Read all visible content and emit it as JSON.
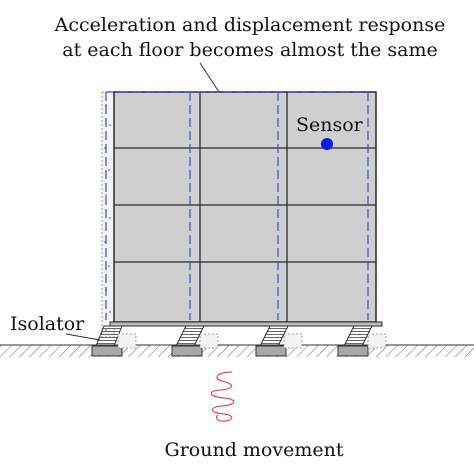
{
  "annotation": {
    "line1": "Acceleration and displacement response",
    "line2": "at each floor becomes almost the same"
  },
  "sensor": {
    "label": "Sensor",
    "color": "#0b1be6"
  },
  "isolator": {
    "label": "Isolator"
  },
  "ground": {
    "label": "Ground movement",
    "wave_color": "#e03030"
  },
  "building": {
    "floors": 4,
    "bays": 3,
    "panel_color": "#cfcfcf",
    "outline_color": "#2a2a2a",
    "displaced_outline_color": "#2a4fd8"
  }
}
